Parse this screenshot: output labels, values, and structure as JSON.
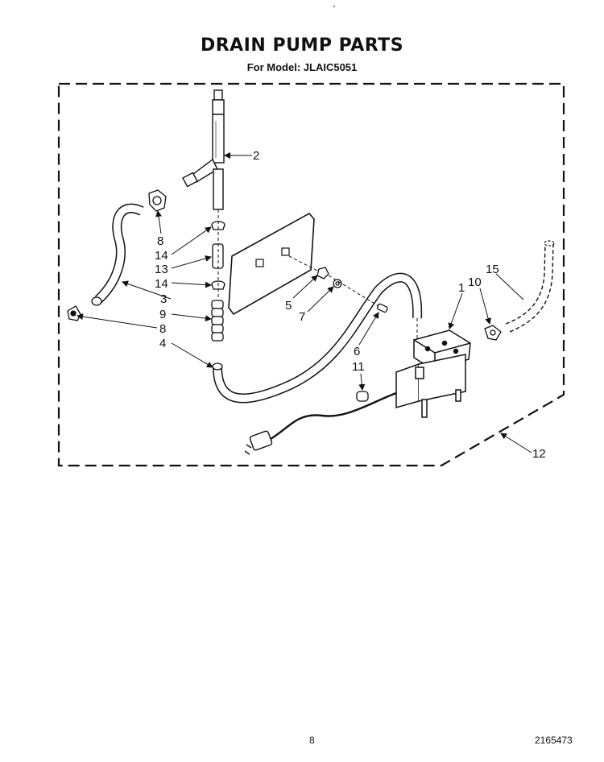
{
  "title": "DRAIN PUMP PARTS",
  "subtitle": "For Model: JLAIC5051",
  "callouts": {
    "c1": "1",
    "c2": "2",
    "c3": "3",
    "c4": "4",
    "c5": "5",
    "c6": "6",
    "c7": "7",
    "c8a": "8",
    "c8b": "8",
    "c9": "9",
    "c10": "10",
    "c11": "11",
    "c12": "12",
    "c13": "13",
    "c14a": "14",
    "c14b": "14",
    "c15": "15"
  },
  "footer": {
    "page": "8",
    "doc_number": "2165473"
  }
}
